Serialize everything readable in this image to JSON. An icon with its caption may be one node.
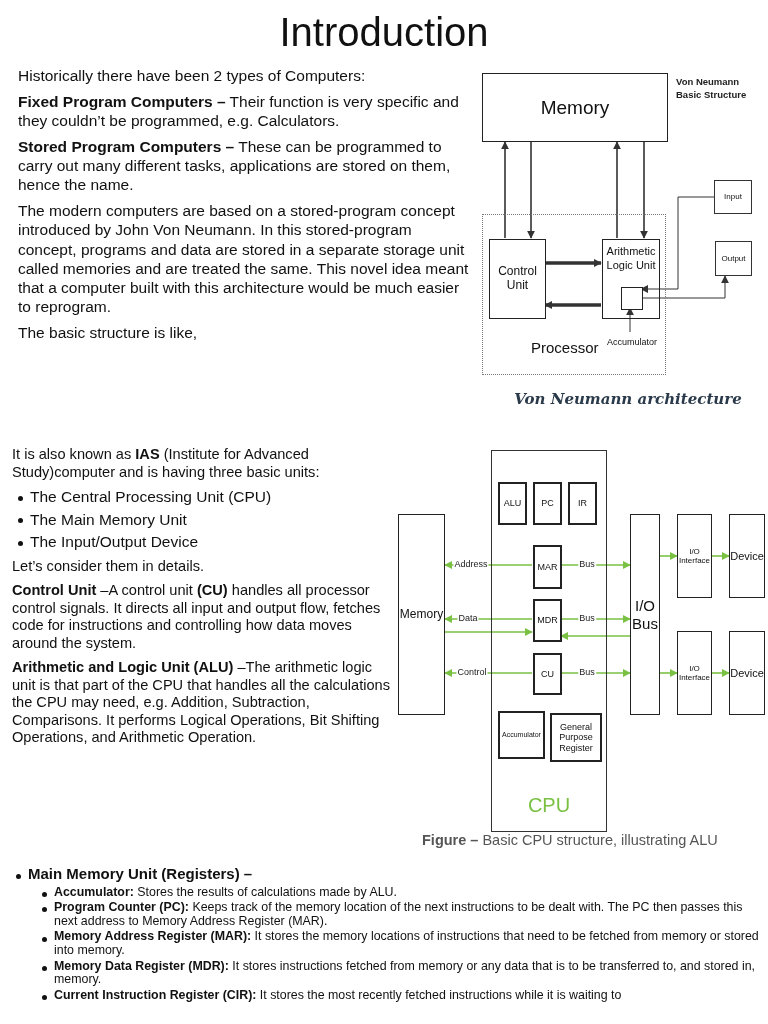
{
  "diagram": {
    "title": "Introduction",
    "nodes": [
      {
        "text": [
          "Memory"
        ]
      },
      {
        "text": [
          "Processor"
        ]
      },
      {
        "text": [
          "Control Unit"
        ],
        "in": 1
      },
      {
        "text": [
          "Arithmetic Logic Unit"
        ],
        "in": 1
      },
      {
        "text": [],
        "shape": "box",
        "in": 3
      },
      {
        "text": [
          "Accumulator"
        ],
        "in": 1
      },
      {
        "text": [
          "Input"
        ]
      },
      {
        "text": [
          "Output"
        ]
      },
      {
        "text": [
          "Memory"
        ]
      },
      {
        "text": [
          "CPU"
        ]
      },
      {
        "text": [
          "ALU"
        ],
        "in": 9
      },
      {
        "text": [
          "PC"
        ],
        "in": 9
      },
      {
        "text": [
          "IR"
        ],
        "in": 9
      },
      {
        "text": [
          "MAR"
        ],
        "in": 9
      },
      {
        "text": [
          "MDR"
        ],
        "in": 9
      },
      {
        "text": [
          "CU"
        ],
        "in": 9
      },
      {
        "text": [
          "Accumulator"
        ],
        "in": 9
      },
      {
        "text": [
          "General Purpose Register"
        ],
        "in": 9
      },
      {
        "text": [
          "I/O Bus"
        ]
      },
      {
        "text": [
          "I/O Interface"
        ]
      },
      {
        "text": [
          "Device"
        ]
      },
      {
        "text": [
          "I/O Interface"
        ]
      },
      {
        "text": [
          "Device"
        ]
      }
    ],
    "edges": [
      {
        "from": 2,
        "to": 0,
        "arrow": "to",
        "color": "#333333"
      },
      {
        "from": 0,
        "to": 2,
        "arrow": "to",
        "color": "#333333"
      },
      {
        "from": 3,
        "to": 0,
        "arrow": "to",
        "color": "#333333"
      },
      {
        "from": 0,
        "to": 3,
        "arrow": "to",
        "color": "#333333"
      },
      {
        "from": 2,
        "to": 3,
        "arrow": "to",
        "style": "thick",
        "color": "#333333"
      },
      {
        "from": 3,
        "to": 2,
        "arrow": "to",
        "style": "thick",
        "color": "#333333"
      },
      {
        "from": 6,
        "to": 4,
        "arrow": "to",
        "color": "#333333"
      },
      {
        "from": 4,
        "to": 7,
        "arrow": "to",
        "color": "#333333"
      },
      {
        "from": 5,
        "to": 4,
        "arrow": "to",
        "color": "#333333"
      },
      {
        "from": 13,
        "to": 8,
        "arrow": "to",
        "label": "Address"
      },
      {
        "from": 13,
        "to": 18,
        "arrow": "to",
        "label": "Bus"
      },
      {
        "from": 14,
        "to": 8,
        "arrow": "to",
        "label": "Data"
      },
      {
        "from": 8,
        "to": 14,
        "arrow": "to"
      },
      {
        "from": 14,
        "to": 18,
        "arrow": "to",
        "label": "Bus"
      },
      {
        "from": 18,
        "to": 14,
        "arrow": "to"
      },
      {
        "from": 15,
        "to": 8,
        "arrow": "to",
        "label": "Control"
      },
      {
        "from": 15,
        "to": 18,
        "arrow": "to",
        "label": "Bus"
      },
      {
        "from": 18,
        "to": 19,
        "arrow": "to"
      },
      {
        "from": 19,
        "to": 20,
        "arrow": "to"
      },
      {
        "from": 18,
        "to": 21,
        "arrow": "to"
      },
      {
        "from": 21,
        "to": 22,
        "arrow": "to"
      }
    ],
    "labels": [
      "Historically there have been 2 types of Computers:",
      "**Fixed Program Computers –** Their function is very specific and they couldn’t be programmed, e.g. Calculators.",
      "**Stored Program Computers –** These can be programmed to carry out many different tasks, applications are stored on them, hence the name.",
      "The modern computers are based on a stored-program concept introduced by John Von Neumann. In this stored-program concept, programs and data are stored in a separate storage unit called memories and are treated the same. This novel idea meant that a computer built with this architecture would be much easier to reprogram.",
      "The basic structure is like,",
      "Von Neumann Basic Structure",
      "Von Neumann architecture",
      "It is also known as **IAS** (Institute for Advanced Study)computer and is having three basic units:",
      "The Central Processing Unit (CPU)",
      "The Main Memory Unit",
      "The Input/Output Device",
      "Let’s consider them in details.",
      "**Control Unit** –A control unit **(CU)** handles all processor control signals. It directs all input and output flow, fetches code for instructions and controlling how data moves around the system.",
      "**Arithmetic and Logic Unit (ALU)** –The arithmetic logic unit is that part of the CPU that handles all the calculations the CPU may need, e.g. Addition, Subtraction, Comparisons. It performs Logical Operations, Bit Shifting Operations, and Arithmetic Operation.",
      "**Figure –** Basic CPU structure, illustrating ALU",
      "Main Memory Unit (Registers) –",
      "**Accumulator:** Stores the results of calculations made by ALU.",
      "**Program Counter (PC):** Keeps track of the memory location of the next instructions to be dealt with. The PC then passes this next address to Memory Address Register (MAR).",
      "**Memory Address Register (MAR):** It stores the memory locations of instructions that need to be fetched from memory or stored into memory.",
      "**Memory Data Register (MDR):** It stores instructions fetched from memory or any data that is to be transferred to, and stored in, memory.",
      "**Current Instruction Register (CIR):** It stores the most recently fetched instructions while it is waiting to"
    ]
  }
}
